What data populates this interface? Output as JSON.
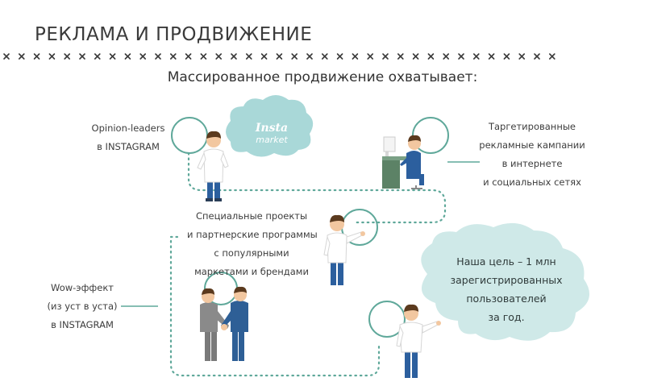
{
  "header": {
    "title": "РЕКЛАМА И ПРОДВИЖЕНИЕ",
    "subtitle": "Массированное продвижение охватывает:"
  },
  "labels": {
    "opinion_leaders": [
      "Opinion-leaders",
      "в INSTAGRAM"
    ],
    "targeted": [
      "Таргетированные",
      "рекламные кампании",
      "в интернете",
      "и социальных сетях"
    ],
    "special_projects": [
      "Специальные проекты",
      "и партнерские программы",
      "с популярными",
      "маркетами и брендами"
    ],
    "wow": [
      "Wow-эффект",
      "(из уст в уста)",
      "в INSTAGRAM"
    ]
  },
  "goal_cloud": [
    "Наша цель – 1 млн",
    "зарегистрированных",
    "пользователей",
    "за год."
  ],
  "logo": {
    "script": "Insta",
    "word": "market"
  },
  "colors": {
    "accent_teal": "#5fa89a",
    "cloud_fill": "#cfe9e8",
    "logo_cloud_fill": "#a9d8d8",
    "shirt": "#ffffff",
    "pants": "#2c5f9e",
    "suit_grey": "#7a7a7a",
    "suit_blue": "#2e5f96",
    "hair": "#5b3a1e",
    "skin": "#f2c7a0",
    "desk": "#5c8266"
  },
  "icons": {
    "decor_row": "cross-stitch-icon",
    "people": "person-illustration-icon",
    "handshake": "handshake-illustration-icon",
    "computer": "office-desk-computer-icon"
  }
}
